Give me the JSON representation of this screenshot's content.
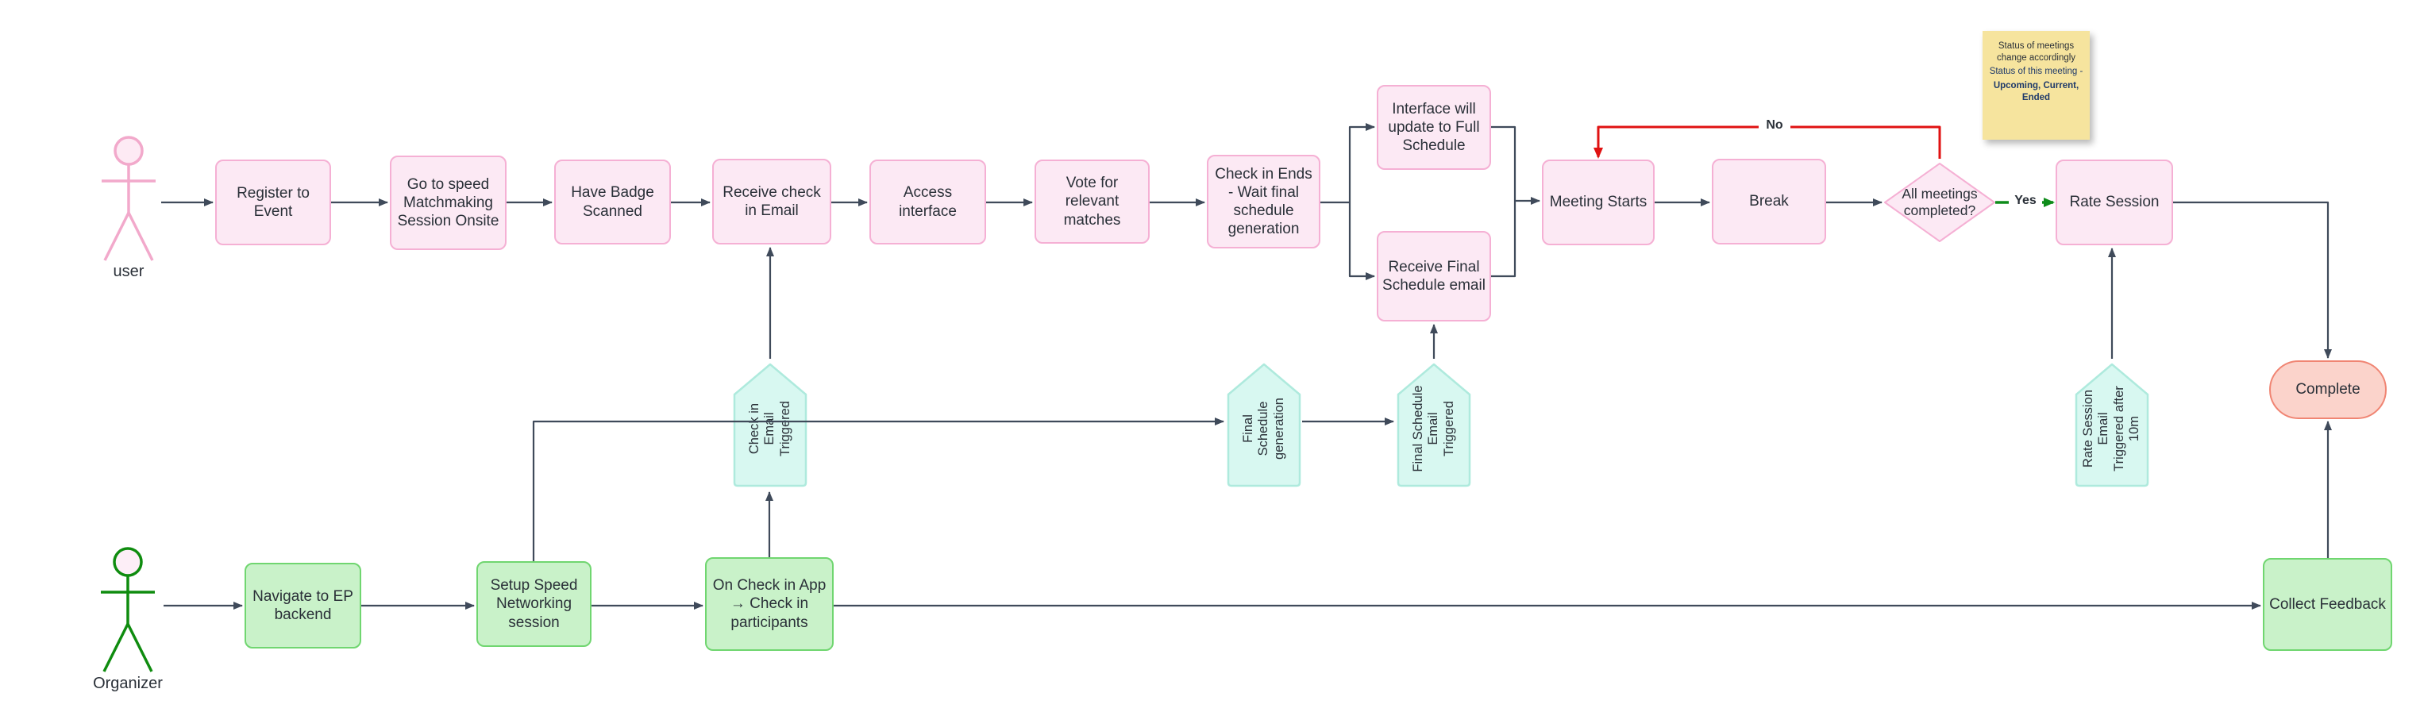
{
  "actors": {
    "user": "user",
    "organizer": "Organizer"
  },
  "user_lane": {
    "register": "Register to Event",
    "go_to_speed": "Go to speed Matchmaking Session Onsite",
    "have_badge": "Have Badge Scanned",
    "receive_checkin_email": "Receive check in Email",
    "access_interface": "Access interface",
    "vote_matches": "Vote for relevant matches",
    "checkin_ends": "Check in Ends - Wait final schedule generation",
    "interface_update": "Interface will update to Full Schedule",
    "receive_final_schedule": "Receive Final Schedule email",
    "meeting_starts": "Meeting Starts",
    "break": "Break",
    "all_meetings_completed": "All meetings completed?",
    "rate_session": "Rate Session",
    "complete": "Complete"
  },
  "organizer_lane": {
    "navigate_backend": "Navigate to EP backend",
    "setup_session": "Setup Speed Networking session",
    "on_checkin": "On Check in App → Check in participants",
    "collect_feedback": "Collect Feedback"
  },
  "triggers": {
    "checkin_email": "Check in Email Triggered",
    "final_schedule_generation": "Final Schedule generation",
    "final_schedule_email": "Final Schedule Email Triggered",
    "rate_session_email": "Rate Session Email Triggered after 10m"
  },
  "edge_labels": {
    "yes": "Yes",
    "no": "No"
  },
  "sticky_note": {
    "line1": "Status of meetings change accordingly",
    "line2": "Status of this meeting -",
    "line3": "Upcoming, Current, Ended"
  },
  "colors": {
    "user_shape_fill": "#fce9f4",
    "user_shape_border": "#f5b0d4",
    "organizer_shape_fill": "#c9f2c9",
    "organizer_shape_border": "#70d670",
    "trigger_fill": "#d8f8f1",
    "trigger_border": "#aeeadd",
    "terminator_fill": "#fbd3cb",
    "terminator_border": "#f08573",
    "note_fill": "#f6e49e",
    "edge": "#3f4a5a",
    "edge_no": "#e01212",
    "edge_yes": "#0e8c1a"
  }
}
